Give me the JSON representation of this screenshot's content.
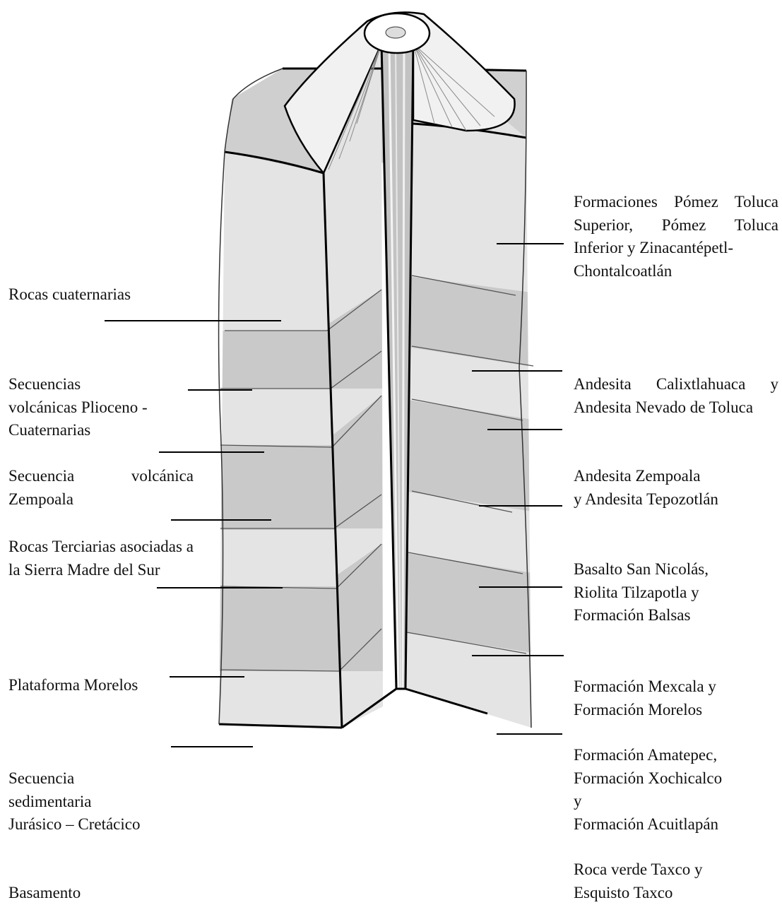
{
  "left_labels": [
    "Rocas cuaternarias",
    "Secuencias\nvolcánicas Plioceno -\nCuaternarias",
    "Secuencia volcánica Zempoala",
    "Rocas Terciarias asociadas a la Sierra Madre del Sur",
    "Plataforma Morelos",
    "Secuencia\nsedimentaria\nJurásico – Cretácico",
    "Basamento"
  ],
  "right_labels": [
    "Formaciones Pómez Toluca Superior, Pómez Toluca Inferior y Zinacantépetl-\nChontalcoatlán",
    "Andesita Calixtlahuaca y Andesita Nevado de Toluca",
    "Andesita Zempoala\ny Andesita Tepozotlán",
    "Basalto San Nicolás,\nRiolita Tilzapotla y\nFormación Balsas",
    "Formación Mexcala y\nFormación Morelos",
    "Formación Amatepec,\nFormación Xochicalco\ny\nFormación Acuitlapán",
    "Roca verde Taxco y\nEsquisto Taxco"
  ],
  "colors": {
    "layer_light": "#e4e4e4",
    "layer_dark": "#c9c9c9",
    "surface": "#cfcfcf",
    "outline": "#000000",
    "volcano": "#f1f1f1"
  }
}
